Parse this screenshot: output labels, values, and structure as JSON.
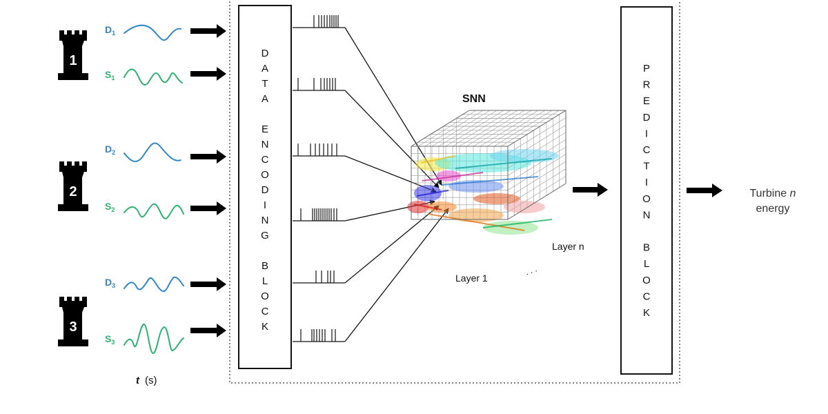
{
  "turbines": [
    {
      "number": "1",
      "signals": [
        {
          "letter": "D",
          "sub": "1",
          "color": "#2f86c8"
        },
        {
          "letter": "S",
          "sub": "1",
          "color": "#2bb36f"
        }
      ]
    },
    {
      "number": "2",
      "signals": [
        {
          "letter": "D",
          "sub": "2",
          "color": "#2f86c8"
        },
        {
          "letter": "S",
          "sub": "2",
          "color": "#2bb36f"
        }
      ]
    },
    {
      "number": "3",
      "signals": [
        {
          "letter": "D",
          "sub": "3",
          "color": "#2f86c8"
        },
        {
          "letter": "S",
          "sub": "3",
          "color": "#2bb36f"
        }
      ]
    }
  ],
  "time_axis": {
    "symbol": "t",
    "unit": "(s)"
  },
  "encoding_block": {
    "label": "DATA ENCODING BLOCK"
  },
  "snn": {
    "title": "SNN",
    "layer_first": "Layer 1",
    "layer_last": "Layer n",
    "ellipsis": ". . ."
  },
  "prediction_block": {
    "label": "PREDICTION BLOCK"
  },
  "output": {
    "line1_prefix": "Turbine ",
    "line1_italic": "n",
    "line2": "energy"
  },
  "colors": {
    "d_signal": "#2f86c8",
    "s_signal": "#2bb36f",
    "arrow": "#000000",
    "dotted_frame": "#555555"
  }
}
